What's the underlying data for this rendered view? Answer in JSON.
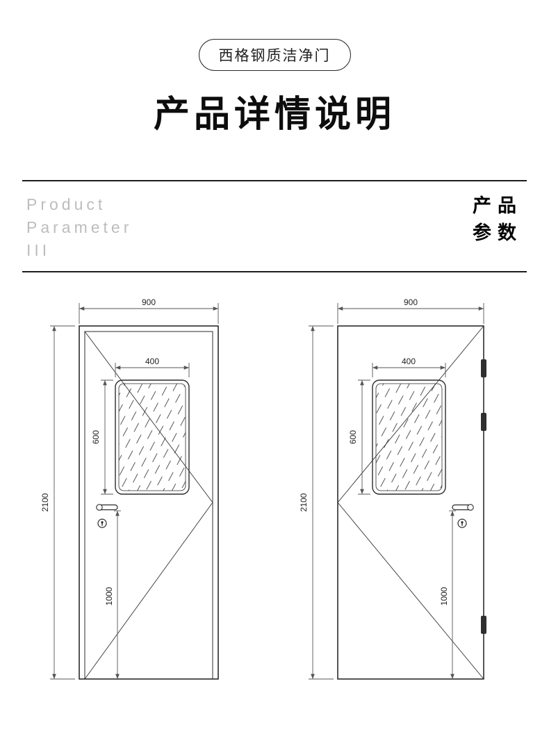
{
  "badge": {
    "label": "西格钢质洁净门"
  },
  "title": "产品详情说明",
  "param_band": {
    "en_lines": [
      "Product",
      "Parameter",
      "III"
    ],
    "zh_lines": [
      "产品",
      "参数"
    ]
  },
  "diagrams": {
    "left_door": {
      "width_mm": "900",
      "height_mm": "2100",
      "window_width_mm": "400",
      "window_height_mm": "600",
      "handle_height_mm": "1000"
    },
    "right_door": {
      "width_mm": "900",
      "height_mm": "2100",
      "window_width_mm": "400",
      "window_height_mm": "600",
      "handle_height_mm": "1000"
    }
  },
  "colors": {
    "line": "#2b2b2b",
    "dim_line": "#555555",
    "muted_text": "#bdbdbd"
  }
}
